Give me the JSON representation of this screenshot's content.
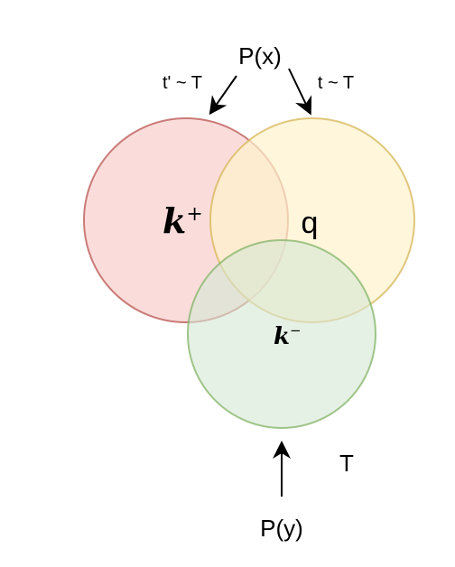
{
  "diagram": {
    "top_label": "P(x)",
    "bottom_label": "P(y)",
    "left_arrow_label": "t' ~ T",
    "right_arrow_label": "t ~ T",
    "side_label": "T",
    "circles": {
      "positive": {
        "base": "k",
        "sup": "+",
        "fill": "#f8cecc",
        "stroke": "#b85450"
      },
      "query": {
        "label": "q",
        "fill": "#fff2cc",
        "stroke": "#d6b656"
      },
      "negative": {
        "base": "k",
        "sup": "−",
        "fill": "#d5e8d4",
        "stroke": "#82b366"
      }
    }
  }
}
